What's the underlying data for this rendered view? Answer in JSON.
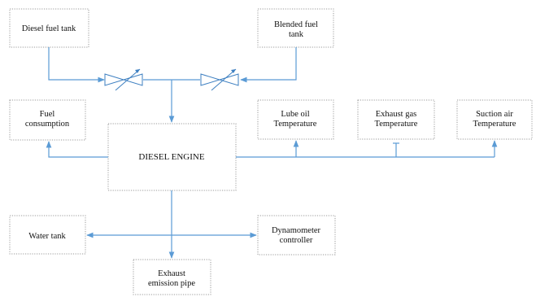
{
  "diagram": {
    "corner_text": "",
    "nodes": {
      "diesel_fuel_tank": {
        "line1": "Diesel fuel tank"
      },
      "blended_fuel_tank": {
        "line1": "Blended fuel",
        "line2": "tank"
      },
      "fuel_consumption": {
        "line1": "Fuel",
        "line2": "consumption"
      },
      "diesel_engine": {
        "line1": "DIESEL ENGINE"
      },
      "lube_oil_temperature": {
        "line1": "Lube oil",
        "line2": "Temperature"
      },
      "exhaust_gas_temperature": {
        "line1": "Exhaust gas",
        "line2": "Temperature"
      },
      "suction_air_temperature": {
        "line1": "Suction air",
        "line2": "Temperature"
      },
      "water_tank": {
        "line1": "Water tank"
      },
      "dynamometer_controller": {
        "line1": "Dynamometer",
        "line2": "controller"
      },
      "exhaust_emission_pipe": {
        "line1": "Exhaust",
        "line2": "emission pipe"
      }
    },
    "colors": {
      "connector": "#5b9bd5",
      "box_border": "#9a9a9a",
      "text": "#111111"
    }
  }
}
